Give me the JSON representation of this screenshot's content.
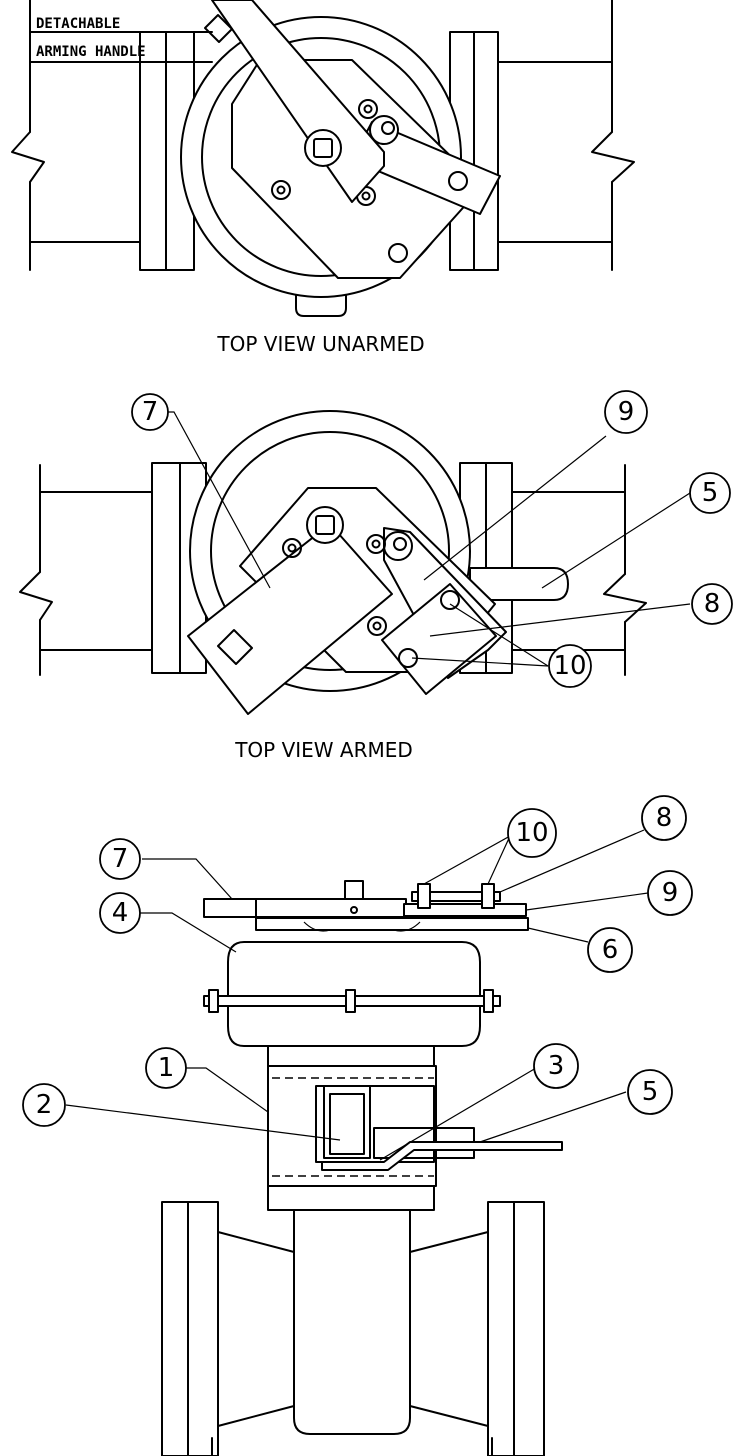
{
  "labels": {
    "handle_note_line1": "DETACHABLE",
    "handle_note_line2": "ARMING HANDLE",
    "caption_unarmed": "TOP VIEW UNARMED",
    "caption_armed": "TOP VIEW ARMED"
  },
  "callouts_armed": [
    "7",
    "9",
    "5",
    "8",
    "10"
  ],
  "callouts_side": [
    "7",
    "10",
    "8",
    "9",
    "4",
    "6",
    "1",
    "3",
    "5",
    "2"
  ]
}
